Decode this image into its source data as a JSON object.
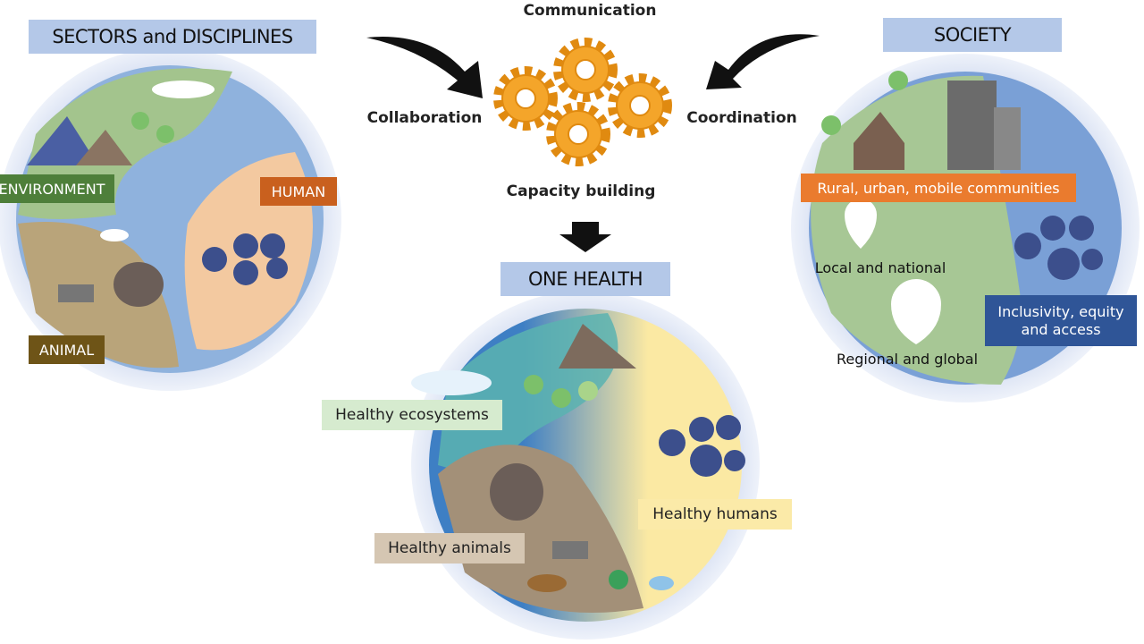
{
  "left_panel": {
    "title": "SECTORS and DISCIPLINES",
    "environment": "ENVIRONMENT",
    "human": "HUMAN",
    "animal": "ANIMAL"
  },
  "center": {
    "communication": "Communication",
    "collaboration": "Collaboration",
    "coordination": "Coordination",
    "capacity_building": "Capacity building"
  },
  "bottom_panel": {
    "title": "ONE HEALTH",
    "ecosystems": "Healthy ecosystems",
    "humans": "Healthy humans",
    "animals": "Healthy animals"
  },
  "right_panel": {
    "title": "SOCIETY",
    "communities": "Rural, urban, mobile communities",
    "local": "Local and national",
    "regional": "Regional and global",
    "inclusivity_line1": "Inclusivity, equity",
    "inclusivity_line2": "and access"
  },
  "colors": {
    "environment": "#4e7f3a",
    "human": "#c9601e",
    "animal": "#6e5417",
    "communities": "#ea7b2e",
    "inclusivity": "#2f5597",
    "gear": "#f4a52a"
  }
}
